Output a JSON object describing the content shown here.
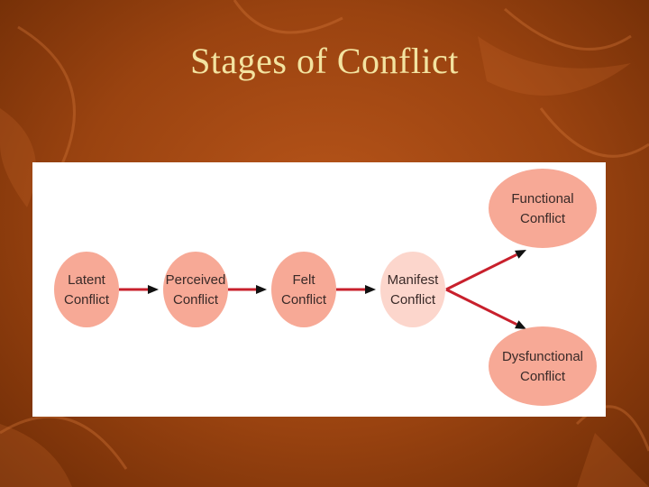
{
  "slide": {
    "title": "Stages of Conflict"
  },
  "diagram": {
    "nodes": [
      {
        "id": "latent",
        "lines": [
          "Latent",
          "Conflict"
        ],
        "fill": "#f7a996"
      },
      {
        "id": "perceived",
        "lines": [
          "Perceived",
          "Conflict"
        ],
        "fill": "#f7a996"
      },
      {
        "id": "felt",
        "lines": [
          "Felt",
          "Conflict"
        ],
        "fill": "#f7a996"
      },
      {
        "id": "manifest",
        "lines": [
          "Manifest",
          "Conflict"
        ],
        "fill": "#fcd6cc"
      },
      {
        "id": "functional",
        "lines": [
          "Functional",
          "Conflict"
        ],
        "fill": "#f7a996"
      },
      {
        "id": "dysfunctional",
        "lines": [
          "Dysfunctional",
          "Conflict"
        ],
        "fill": "#f7a996"
      }
    ],
    "edges": [
      {
        "from": "latent",
        "to": "perceived"
      },
      {
        "from": "perceived",
        "to": "felt"
      },
      {
        "from": "felt",
        "to": "manifest"
      },
      {
        "from": "manifest",
        "to": "functional"
      },
      {
        "from": "manifest",
        "to": "dysfunctional"
      }
    ],
    "colors": {
      "edge": "#c8202c",
      "arrowhead": "#111111",
      "label": "#3a2a28",
      "panel": "#ffffff",
      "title": "#f3e3a0"
    }
  }
}
